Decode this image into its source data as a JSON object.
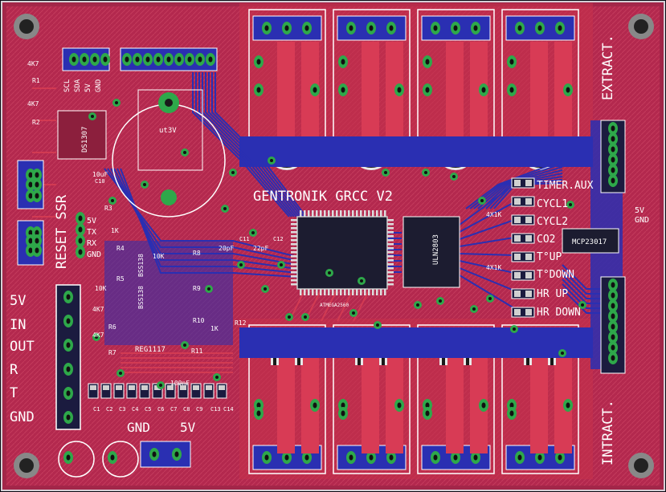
{
  "board": {
    "title": "GENTRONIK GRCC V2",
    "colors": {
      "board": "#b0294f",
      "topCopper": "#c7324a",
      "bottomCopper": "#2a2fb2",
      "silk": "#ffffff",
      "pad": "#2ea84a",
      "background": "#0b0b14"
    }
  },
  "edge_labels": {
    "extract": "EXTRACT.",
    "intract": "INTRACT.",
    "reset_ssr": "RESET SSR",
    "left_column": [
      "5V",
      "IN",
      "OUT",
      "R",
      "T",
      "GND"
    ],
    "bottom": [
      "GND",
      "5V"
    ],
    "i2c": [
      "SCL",
      "SDA",
      "5V",
      "GND"
    ],
    "uart": [
      "5V",
      "TX",
      "RX",
      "GND"
    ],
    "right_header": [
      "5V",
      "GND"
    ]
  },
  "inputs": [
    "TIMER.AUX",
    "CYCL1",
    "CYCL2",
    "CO2",
    "T°UP",
    "T°DOWN",
    "HR UP",
    "HR DOWN"
  ],
  "components": {
    "rtc": "DS1307",
    "battery": "ut3V",
    "mcu": "ATMEGA2560",
    "driver": "ULN2803",
    "expander": "MCP23017",
    "regulator": "REG1117",
    "transistors": [
      "BSS138",
      "BSS138"
    ],
    "resistors": [
      "R1",
      "R2",
      "R3",
      "R4",
      "R5",
      "R6",
      "R7",
      "R8",
      "R9",
      "R10",
      "R11",
      "R12"
    ],
    "values": [
      "4K7",
      "4K7",
      "4K7",
      "4K7",
      "10K",
      "10K",
      "1K",
      "1K",
      "20pF",
      "22pF",
      "10uF",
      "100nF",
      "4X1K",
      "4X1K"
    ],
    "capacitors": [
      "C1",
      "C2",
      "C3",
      "C4",
      "C5",
      "C6",
      "C7",
      "C8",
      "C9",
      "C10",
      "C11",
      "C12",
      "C13",
      "C14"
    ]
  }
}
